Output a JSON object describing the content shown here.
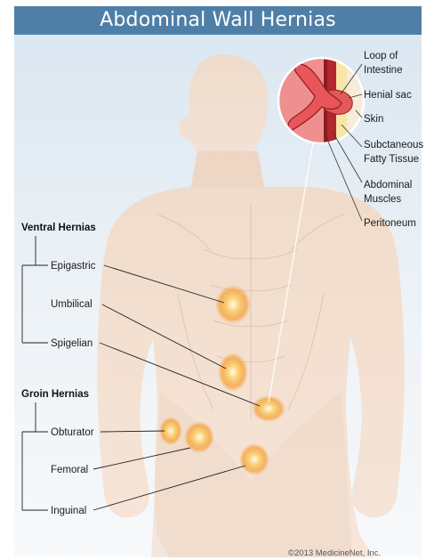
{
  "title": "Abdominal Wall Hernias",
  "inset_labels": {
    "loop_of_intestine": [
      "Loop of",
      "Intestine"
    ],
    "hernial_sac": "Henial sac",
    "skin": "Skin",
    "subcutaneous": [
      "Subctaneous",
      "Fatty Tissue"
    ],
    "abdominal_muscles": [
      "Abdominal",
      "Muscles"
    ],
    "peritoneum": "Peritoneum"
  },
  "ventral": {
    "heading": "Ventral Hernias",
    "items": [
      "Epigastric",
      "Umbilical",
      "Spigelian"
    ]
  },
  "groin": {
    "heading": "Groin Hernias",
    "items": [
      "Obturator",
      "Femoral",
      "Inguinal"
    ]
  },
  "copyright": "©2013 MedicineNet, Inc.",
  "colors": {
    "title_bar": "#4f7fa7",
    "skin_tone": "#f1d2b8",
    "hernia_glow": "#f4a23c",
    "inset_tissue": "#f08f8f",
    "muscle_band": "#b3262c"
  }
}
